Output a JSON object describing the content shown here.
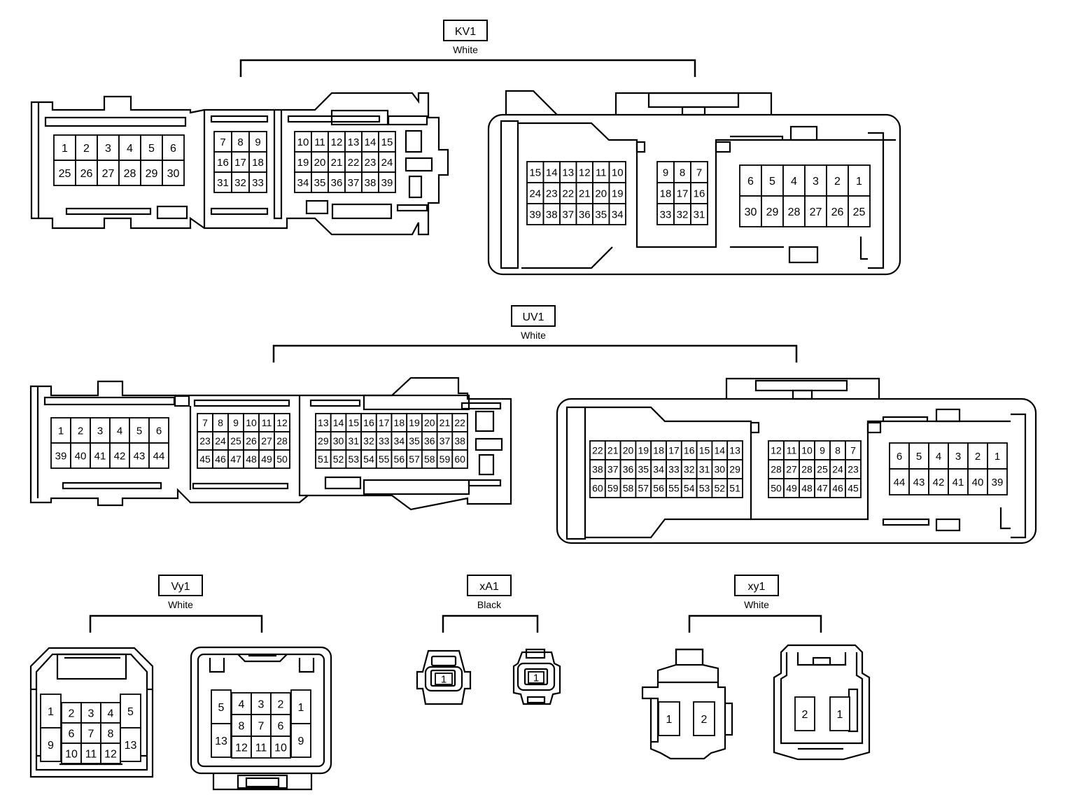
{
  "groups": [
    {
      "id": "kv1",
      "code": "KV1",
      "color": "White"
    },
    {
      "id": "uv1",
      "code": "UV1",
      "color": "White"
    },
    {
      "id": "vy1",
      "code": "Vy1",
      "color": "White"
    },
    {
      "id": "xa1",
      "code": "xA1",
      "color": "Black"
    },
    {
      "id": "xy1",
      "code": "xy1",
      "color": "White"
    }
  ],
  "kv1_left": {
    "block_a": [
      [
        "1",
        "2",
        "3",
        "4",
        "5",
        "6"
      ],
      [
        "25",
        "26",
        "27",
        "28",
        "29",
        "30"
      ]
    ],
    "block_b": [
      [
        "7",
        "8",
        "9"
      ],
      [
        "16",
        "17",
        "18"
      ],
      [
        "31",
        "32",
        "33"
      ]
    ],
    "block_c": [
      [
        "10",
        "11",
        "12",
        "13",
        "14",
        "15"
      ],
      [
        "19",
        "20",
        "21",
        "22",
        "23",
        "24"
      ],
      [
        "34",
        "35",
        "36",
        "37",
        "38",
        "39"
      ]
    ]
  },
  "kv1_right": {
    "block_a": [
      [
        "15",
        "14",
        "13",
        "12",
        "11",
        "10"
      ],
      [
        "24",
        "23",
        "22",
        "21",
        "20",
        "19"
      ],
      [
        "39",
        "38",
        "37",
        "36",
        "35",
        "34"
      ]
    ],
    "block_b": [
      [
        "9",
        "8",
        "7"
      ],
      [
        "18",
        "17",
        "16"
      ],
      [
        "33",
        "32",
        "31"
      ]
    ],
    "block_c": [
      [
        "6",
        "5",
        "4",
        "3",
        "2",
        "1"
      ],
      [
        "30",
        "29",
        "28",
        "27",
        "26",
        "25"
      ]
    ]
  },
  "uv1_left": {
    "block_a": [
      [
        "1",
        "2",
        "3",
        "4",
        "5",
        "6"
      ],
      [
        "39",
        "40",
        "41",
        "42",
        "43",
        "44"
      ]
    ],
    "block_b": [
      [
        "7",
        "8",
        "9",
        "10",
        "11",
        "12"
      ],
      [
        "23",
        "24",
        "25",
        "26",
        "27",
        "28"
      ],
      [
        "45",
        "46",
        "47",
        "48",
        "49",
        "50"
      ]
    ],
    "block_c": [
      [
        "13",
        "14",
        "15",
        "16",
        "17",
        "18",
        "19",
        "20",
        "21",
        "22"
      ],
      [
        "29",
        "30",
        "31",
        "32",
        "33",
        "34",
        "35",
        "36",
        "37",
        "38"
      ],
      [
        "51",
        "52",
        "53",
        "54",
        "55",
        "56",
        "57",
        "58",
        "59",
        "60"
      ]
    ]
  },
  "uv1_right": {
    "block_a": [
      [
        "22",
        "21",
        "20",
        "19",
        "18",
        "17",
        "16",
        "15",
        "14",
        "13"
      ],
      [
        "38",
        "37",
        "36",
        "35",
        "34",
        "33",
        "32",
        "31",
        "30",
        "29"
      ],
      [
        "60",
        "59",
        "58",
        "57",
        "56",
        "55",
        "54",
        "53",
        "52",
        "51"
      ]
    ],
    "block_b": [
      [
        "12",
        "11",
        "10",
        "9",
        "8",
        "7"
      ],
      [
        "28",
        "27",
        "28",
        "25",
        "24",
        "23"
      ],
      [
        "50",
        "49",
        "48",
        "47",
        "46",
        "45"
      ]
    ],
    "block_c": [
      [
        "6",
        "5",
        "4",
        "3",
        "2",
        "1"
      ],
      [
        "44",
        "43",
        "42",
        "41",
        "40",
        "39"
      ]
    ]
  },
  "vy1_left": {
    "side_l": [
      "1",
      "9"
    ],
    "center": [
      [
        "2",
        "3",
        "4"
      ],
      [
        "6",
        "7",
        "8"
      ],
      [
        "10",
        "11",
        "12"
      ]
    ],
    "side_r": [
      "5",
      "13"
    ]
  },
  "vy1_right": {
    "side_l": [
      "5",
      "13"
    ],
    "center": [
      [
        "4",
        "3",
        "2"
      ],
      [
        "8",
        "7",
        "6"
      ],
      [
        "12",
        "11",
        "10"
      ]
    ],
    "side_r": [
      "1",
      "9"
    ]
  },
  "xa1_pins": [
    "1",
    "1"
  ],
  "xy1_left": [
    "1",
    "2"
  ],
  "xy1_right": [
    "2",
    "1"
  ]
}
